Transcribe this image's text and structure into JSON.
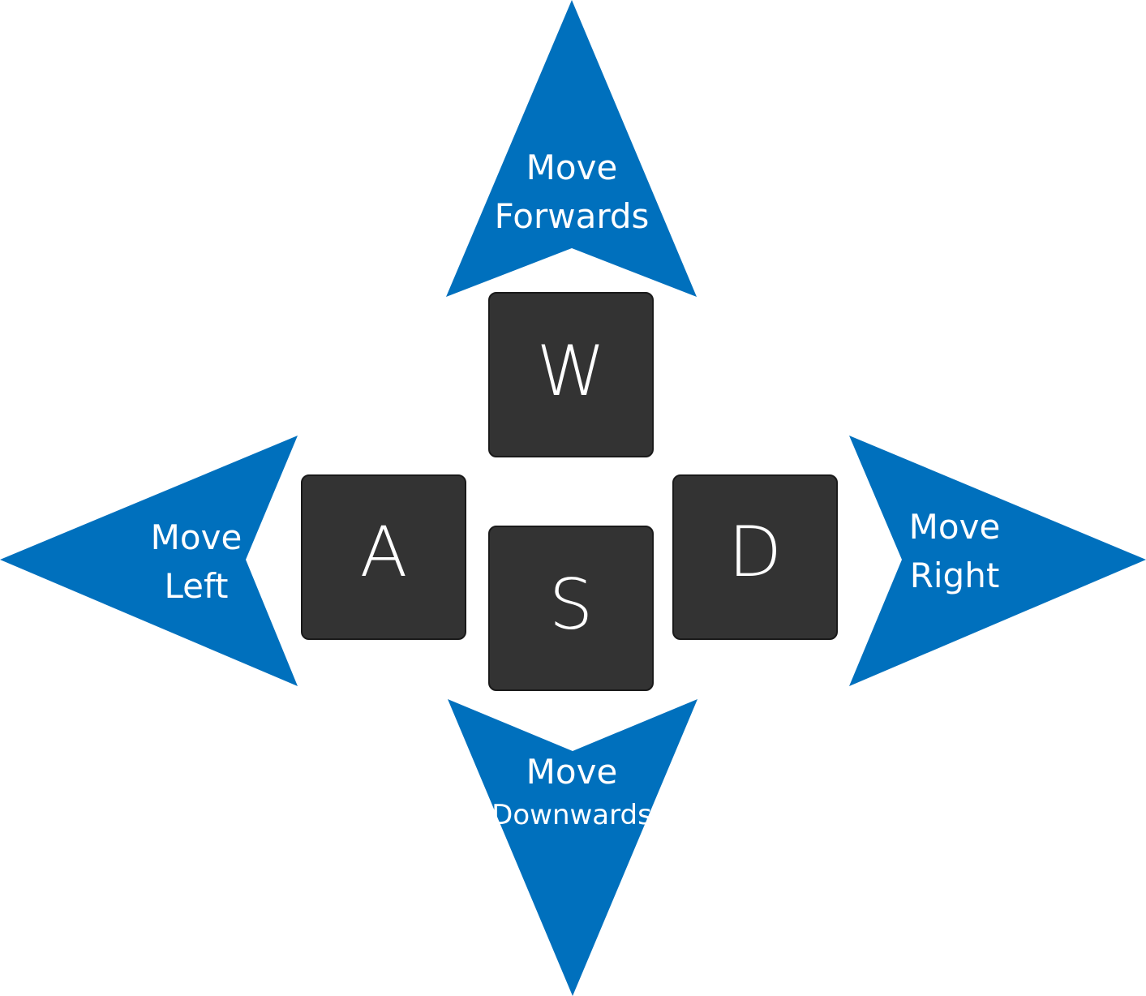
{
  "accent_color": "#0070bd",
  "key_color": "#333333",
  "keys": {
    "w": "W",
    "a": "A",
    "s": "S",
    "d": "D"
  },
  "arrows": {
    "up": {
      "line1": "Move",
      "line2": "Forwards"
    },
    "left": {
      "line1": "Move",
      "line2": "Left"
    },
    "right": {
      "line1": "Move",
      "line2": "Right"
    },
    "down": {
      "line1": "Move",
      "line2": "Downwards"
    }
  }
}
